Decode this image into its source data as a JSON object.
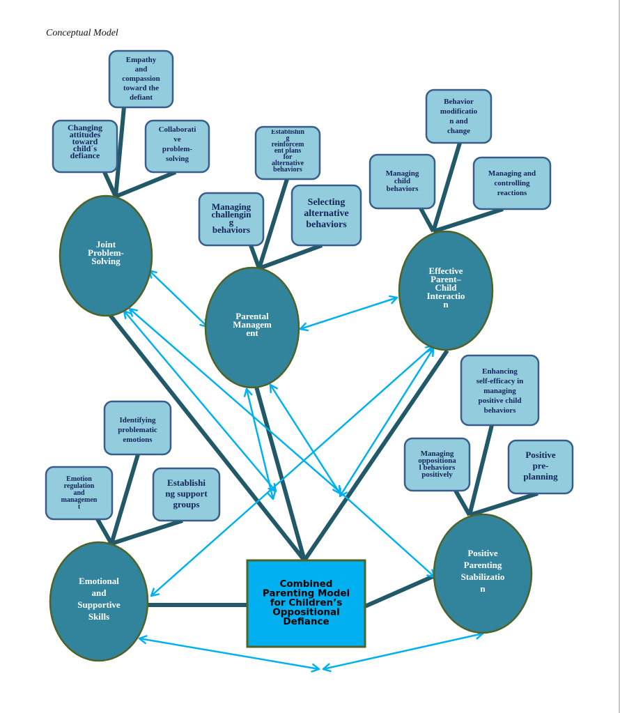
{
  "caption": "Conceptual Model",
  "colors": {
    "circle_fill": "#31849b",
    "circle_stroke": "#4f6228",
    "box_fill": "#93cddd",
    "box_stroke": "#385d8a",
    "connector": "#215968",
    "arrow": "#00b0f0",
    "center_fill": "#00b0f0",
    "center_stroke": "#4f6228"
  },
  "center": {
    "lines": [
      "Combined",
      "Parenting Model",
      "for Children’s",
      "Oppositional",
      "Defiance"
    ]
  },
  "nodes": [
    {
      "id": "joint-problem-solving",
      "lines": [
        "Joint",
        "Problem-",
        "Solving"
      ],
      "subtopics": [
        {
          "id": "changing-attitudes",
          "lines": [
            "Changing",
            "attitudes",
            "toward",
            "child´s",
            "defiance"
          ]
        },
        {
          "id": "empathy-compassion",
          "lines": [
            "Empathy",
            "and",
            "compassion",
            "toward the",
            "defiant"
          ]
        },
        {
          "id": "collaborative-problem-solving",
          "lines": [
            "Collaborati",
            "ve",
            "problem-",
            "solving"
          ]
        }
      ]
    },
    {
      "id": "parental-management",
      "lines": [
        "Parental",
        "Managem",
        "ent"
      ],
      "subtopics": [
        {
          "id": "managing-challenging-behaviors",
          "lines": [
            "Managing",
            "challengin",
            "g",
            "behaviors"
          ]
        },
        {
          "id": "establishing-reinforcement-plans",
          "lines": [
            "Establishin",
            "g",
            "reinforcem",
            "ent plans",
            "for",
            "alternative",
            "behaviors"
          ]
        },
        {
          "id": "selecting-alternative-behaviors",
          "lines": [
            "Selecting",
            "alternative",
            "behaviors"
          ]
        }
      ]
    },
    {
      "id": "effective-parent-child-interaction",
      "lines": [
        "Effective",
        "Parent–",
        "Child",
        "Interactio",
        "n"
      ],
      "subtopics": [
        {
          "id": "managing-child-behaviors",
          "lines": [
            "Managing",
            "child",
            "behaviors"
          ]
        },
        {
          "id": "behavior-modification",
          "lines": [
            "Behavior",
            "modificatio",
            "n and",
            "change"
          ]
        },
        {
          "id": "managing-controlling-reactions",
          "lines": [
            "Managing and",
            "controlling",
            "reactions"
          ]
        }
      ]
    },
    {
      "id": "emotional-supportive-skills",
      "lines": [
        "Emotional",
        "and",
        "Supportive",
        "Skills"
      ],
      "subtopics": [
        {
          "id": "emotion-regulation",
          "lines": [
            "Emotion",
            "regulation",
            "and",
            "managemen",
            "t"
          ]
        },
        {
          "id": "identifying-problematic-emotions",
          "lines": [
            "Identifying",
            "problematic",
            "emotions"
          ]
        },
        {
          "id": "establishing-support-groups",
          "lines": [
            "Establishi",
            "ng support",
            "groups"
          ]
        }
      ]
    },
    {
      "id": "positive-parenting-stabilization",
      "lines": [
        "Positive",
        "Parenting",
        "Stabilizatio",
        "n"
      ],
      "subtopics": [
        {
          "id": "managing-oppositional-behaviors",
          "lines": [
            "Managing",
            "oppositiona",
            "l behaviors",
            "positively"
          ]
        },
        {
          "id": "enhancing-self-efficacy",
          "lines": [
            "Enhancing",
            "self-efficacy  in",
            "managing",
            "positive child",
            "behaviors"
          ]
        },
        {
          "id": "positive-pre-planning",
          "lines": [
            "Positive",
            "pre-",
            "planning"
          ]
        }
      ]
    }
  ]
}
